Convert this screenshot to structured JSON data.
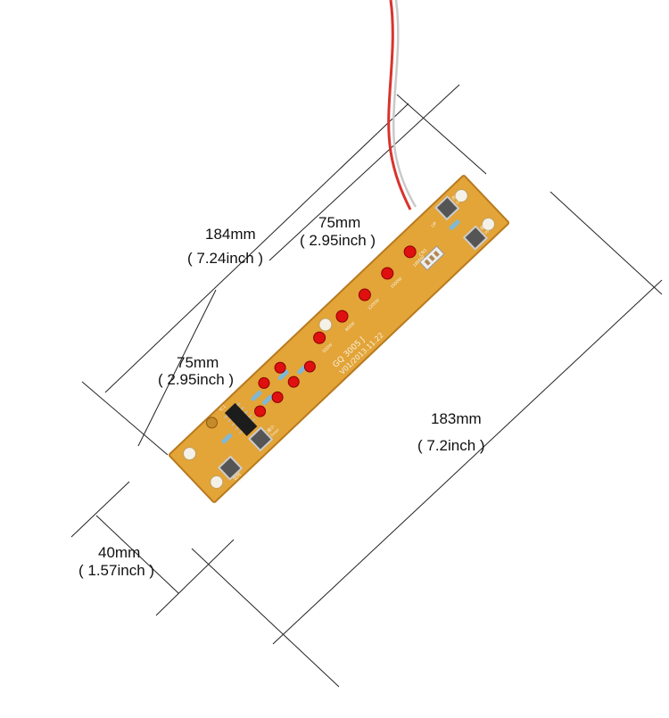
{
  "dimensions": {
    "length_total": {
      "mm": "184mm",
      "inch": "( 7.24inch )"
    },
    "length_lower": {
      "mm": "183mm",
      "inch": "( 7.2inch )"
    },
    "segment_upper": {
      "mm": "75mm",
      "inch": "( 2.95inch )"
    },
    "segment_lower": {
      "mm": "75mm",
      "inch": "( 2.95inch )"
    },
    "width": {
      "mm": "40mm",
      "inch": "( 1.57inch )"
    }
  },
  "board": {
    "model_text": "GQ 3005 J",
    "version_text": "V01/2013.11.22",
    "connector_label": "CN1",
    "buttons": [
      {
        "cn": "开关",
        "en": "ON/OFF"
      },
      {
        "cn": "增大",
        "en": "Up"
      },
      {
        "cn": "减小",
        "en": "Down"
      },
      {
        "cn": "定时",
        "en": "Timer"
      }
    ],
    "led_labels": [
      "1800W",
      "1500W",
      "1200W",
      "800W",
      "500W"
    ],
    "arrow_label": "UP",
    "ic_label": "IC1",
    "colors": {
      "board": "#e3a438",
      "board_edge": "#b87a1e",
      "led": "#e01010",
      "wire_red": "#d8332e",
      "connector": "#eeeeee",
      "chip": "#1c1c1c"
    }
  }
}
